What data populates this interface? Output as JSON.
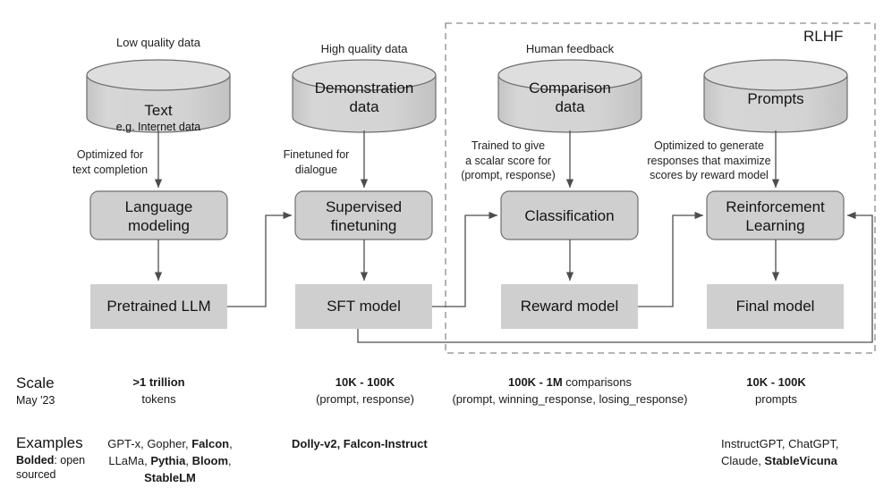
{
  "diagram": {
    "title": "LLM training pipeline",
    "rlhf_group_label": "RLHF",
    "colors": {
      "node_fill": "#cfcfcf",
      "cylinder_fill": "#d2d2d2",
      "cylinder_top_fill": "#dddddd",
      "stroke": "#6e6e6e",
      "arrow": "#4d4d4d",
      "dashed": "#888888",
      "text": "#141414"
    },
    "columns": [
      {
        "id": "pretraining",
        "caption": "Low quality data",
        "datastore": {
          "title": "Text",
          "subtitle": "e.g. Internet data"
        },
        "edge_label": "Optimized for\ntext completion",
        "process": "Language\nmodeling",
        "artifact": "Pretrained LLM",
        "scale": {
          "headline": ">1 trillion",
          "detail": "tokens"
        },
        "examples": "GPT-x, Gopher, <b>Falcon</b>,\nLLaMa, <b>Pythia</b>, <b>Bloom</b>,\n<b>StableLM</b>"
      },
      {
        "id": "sft",
        "caption": "High quality data",
        "datastore": {
          "title": "Demonstration\ndata",
          "subtitle": ""
        },
        "edge_label": "Finetuned for\ndialogue",
        "process": "Supervised\nfinetuning",
        "artifact": "SFT model",
        "scale": {
          "headline": "10K - 100K",
          "detail": "(prompt, response)"
        },
        "examples": "<b>Dolly-v2, Falcon-Instruct</b>"
      },
      {
        "id": "reward-modeling",
        "caption": "Human feedback",
        "datastore": {
          "title": "Comparison\ndata",
          "subtitle": ""
        },
        "edge_label": "Trained to give\na scalar score for\n(prompt, response)",
        "process": "Classification",
        "artifact": "Reward model",
        "scale": {
          "headline": "100K - 1M",
          "detail_inline": " comparisons",
          "detail": "(prompt, winning_response, losing_response)"
        },
        "examples": ""
      },
      {
        "id": "rl",
        "caption": "",
        "datastore": {
          "title": "Prompts",
          "subtitle": ""
        },
        "edge_label": "Optimized to generate\nresponses that maximize\nscores by reward model",
        "process": "Reinforcement\nLearning",
        "artifact": "Final model",
        "scale": {
          "headline": "10K - 100K",
          "detail": "prompts"
        },
        "examples": "InstructGPT, ChatGPT,\nClaude, <b>StableVicuna</b>"
      }
    ],
    "rows": [
      {
        "id": "scale",
        "label": "Scale",
        "sublabel": "May '23"
      },
      {
        "id": "examples",
        "label": "Examples",
        "sublabel": "<b>Bolded</b>: open\nsourced"
      }
    ]
  }
}
